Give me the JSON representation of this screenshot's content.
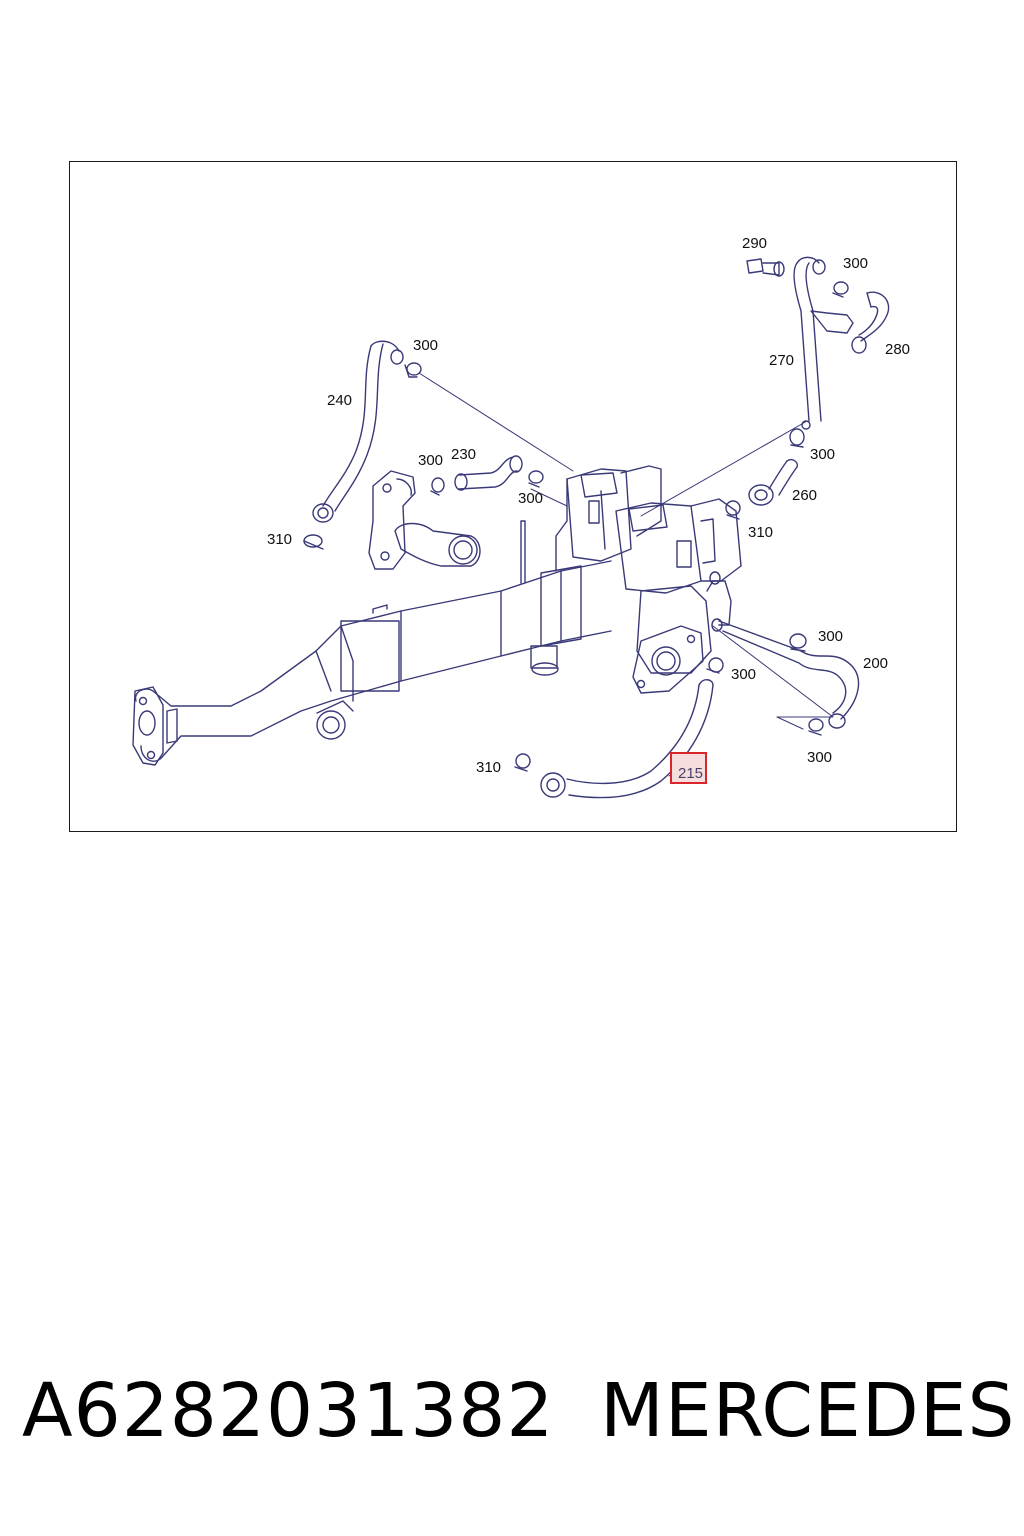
{
  "diagram": {
    "labels": {
      "l290": "290",
      "l300_top_right": "300",
      "l280": "280",
      "l270": "270",
      "l300_upper_left": "300",
      "l240": "240",
      "l300_mid_right": "300",
      "l300_left": "300",
      "l230": "230",
      "l300_center": "300",
      "l260": "260",
      "l310_right": "310",
      "l310_left": "310",
      "l300_lower_right": "300",
      "l200": "200",
      "l300_lower_mid": "300",
      "l300_bottom_right": "300",
      "l310_bottom": "310",
      "l215": "215"
    },
    "highlight_color": "#d9262b",
    "highlight_fill": "#f7dede",
    "line_color": "#3a3a78"
  },
  "caption": {
    "part_number": "A6282031382",
    "brand": "MERCEDES"
  }
}
